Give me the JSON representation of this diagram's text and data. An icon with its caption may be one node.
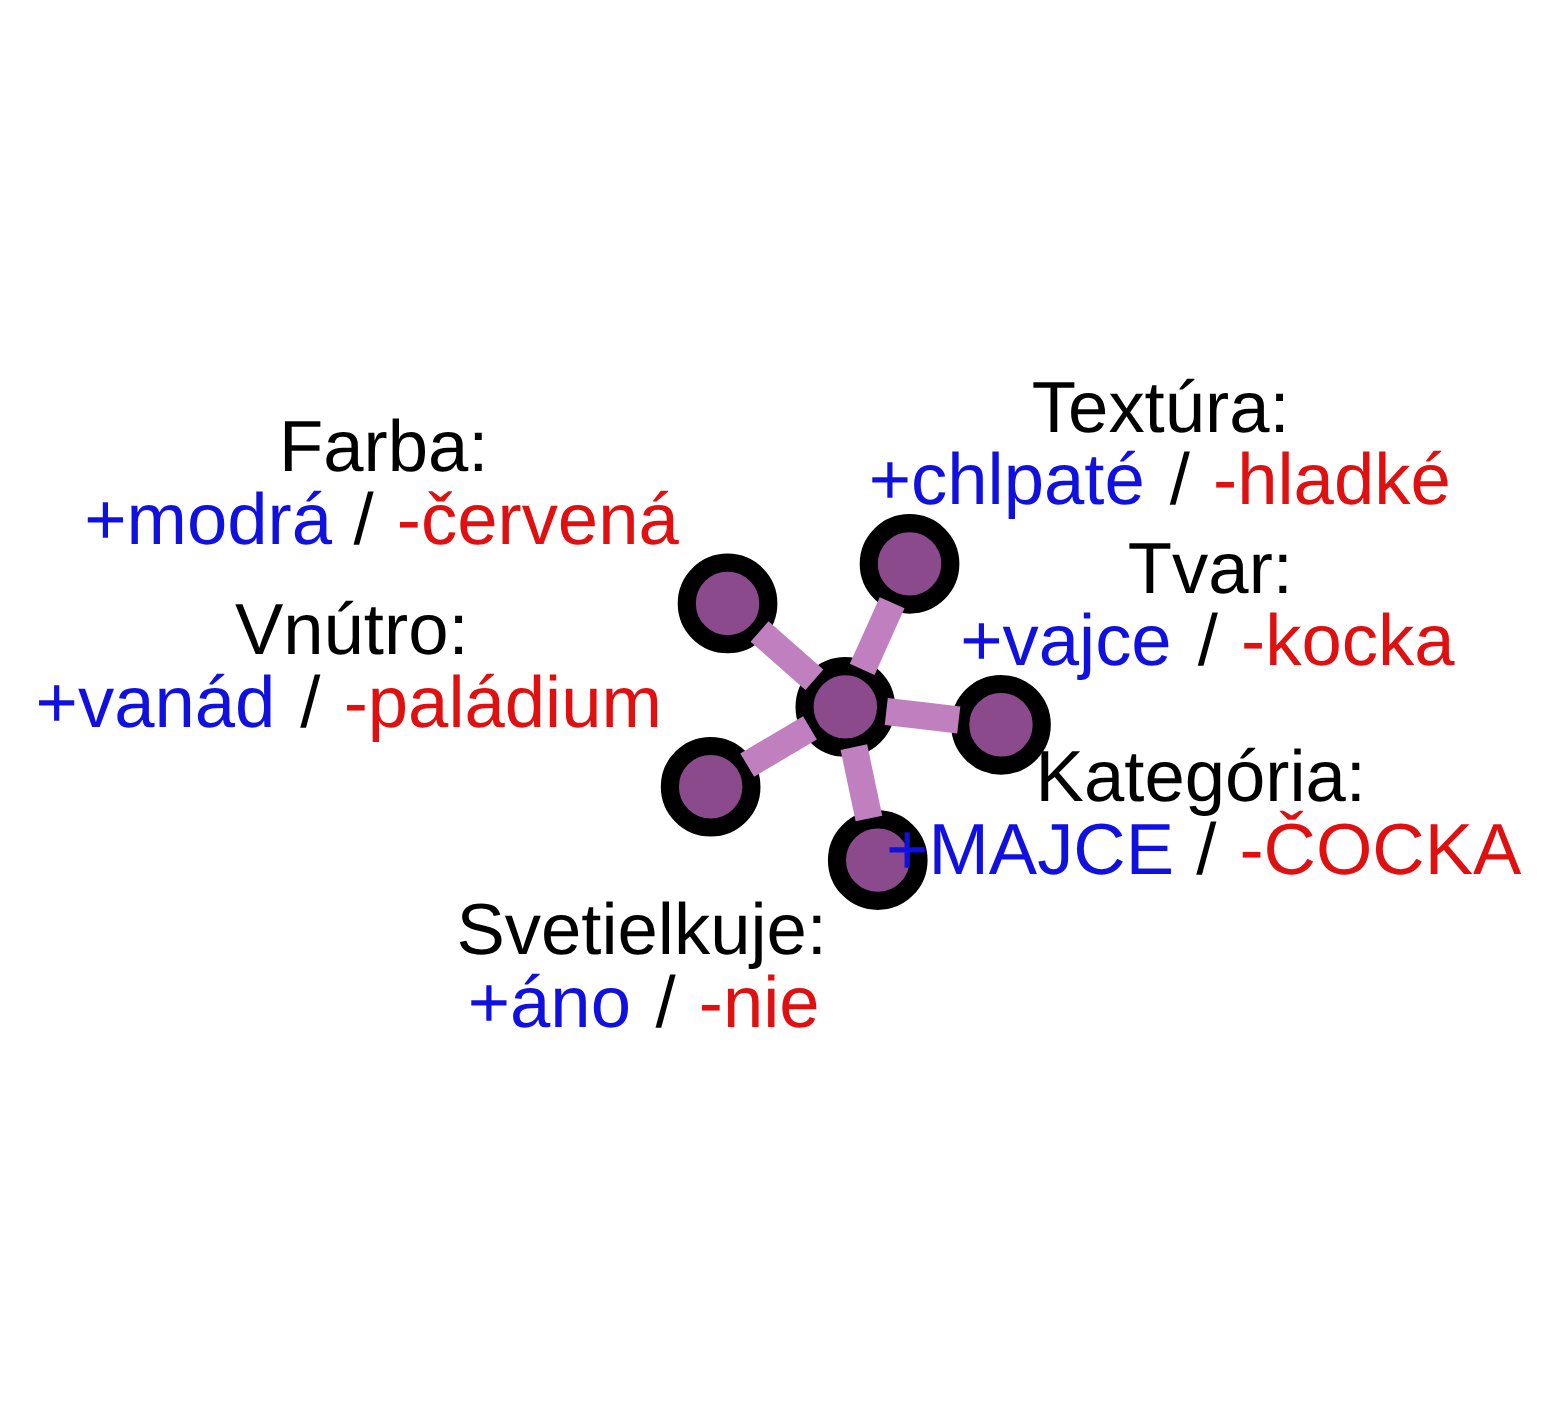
{
  "diagram": {
    "nodes": [
      {
        "text": [],
        "shape": "circle",
        "beside": [
          "Farba:",
          "+modrá / -červená"
        ]
      },
      {
        "text": [],
        "shape": "circle",
        "beside": [
          "Tvar:",
          "+vajce / -kocka"
        ]
      },
      {
        "text": [],
        "shape": "circle",
        "beside": [
          "Svetielkuje:",
          "+áno / -nie"
        ]
      },
      {
        "text": [],
        "shape": "circle",
        "beside": [
          "Kategória:",
          "+MAJCE / -ČOCKA"
        ]
      },
      {
        "text": [],
        "shape": "circle",
        "beside": [
          "Textúra:",
          "+chlpaté / -hladké"
        ]
      },
      {
        "text": [],
        "shape": "circle",
        "beside": [
          "Vnútro:",
          "+vanád / -paládium"
        ]
      }
    ],
    "edges": [
      {
        "from": 3,
        "to": 0,
        "arrow": "none"
      },
      {
        "from": 3,
        "to": 1,
        "arrow": "none"
      },
      {
        "from": 3,
        "to": 2,
        "arrow": "none"
      },
      {
        "from": 3,
        "to": 4,
        "arrow": "none"
      },
      {
        "from": 3,
        "to": 5,
        "arrow": "none"
      }
    ]
  }
}
